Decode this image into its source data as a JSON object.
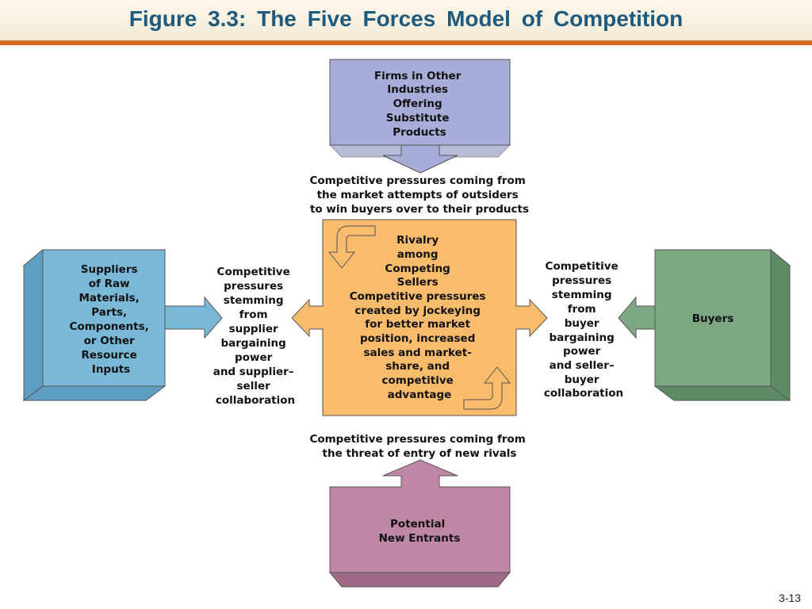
{
  "slide": {
    "title": "Figure 3.3: The Five Forces Model of Competition",
    "page_number": "3-13"
  },
  "diagram": {
    "substitutes": {
      "box_lines": [
        "Firms in Other",
        "Industries",
        "Offering",
        "Substitute",
        "Products"
      ],
      "pressure_lines": [
        "Competitive pressures coming from",
        "the market attempts of outsiders",
        "to win buyers over to their products"
      ]
    },
    "rivalry": {
      "box_lines": [
        "Rivalry",
        "among",
        "Competing",
        "Sellers",
        "Competitive pressures",
        "created by jockeying",
        "for better market",
        "position, increased",
        "sales and market-",
        "share, and",
        "competitive",
        "advantage"
      ]
    },
    "suppliers": {
      "box_lines": [
        "Suppliers",
        "of Raw",
        "Materials,",
        "Parts,",
        "Components,",
        "or Other",
        "Resource",
        "Inputs"
      ],
      "pressure_lines": [
        "Competitive",
        "pressures",
        "stemming",
        "from",
        "supplier",
        "bargaining",
        "power",
        "and supplier–",
        "seller",
        "collaboration"
      ]
    },
    "buyers": {
      "box_lines": [
        "Buyers"
      ],
      "pressure_lines": [
        "Competitive",
        "pressures",
        "stemming",
        "from",
        "buyer",
        "bargaining",
        "power",
        "and seller–",
        "buyer",
        "collaboration"
      ]
    },
    "new_entrants": {
      "box_lines": [
        "Potential",
        "New Entrants"
      ],
      "pressure_lines": [
        "Competitive pressures coming from",
        "the threat of entry of new rivals"
      ]
    }
  },
  "colors": {
    "header_rule": "#cf6a1f",
    "title": "#1d5a7d",
    "substitutes": "#a8acd8",
    "rivalry": "#f8bc6c",
    "suppliers": "#7ab8d8",
    "buyers": "#7ea884",
    "new_entrants": "#c086a6"
  }
}
